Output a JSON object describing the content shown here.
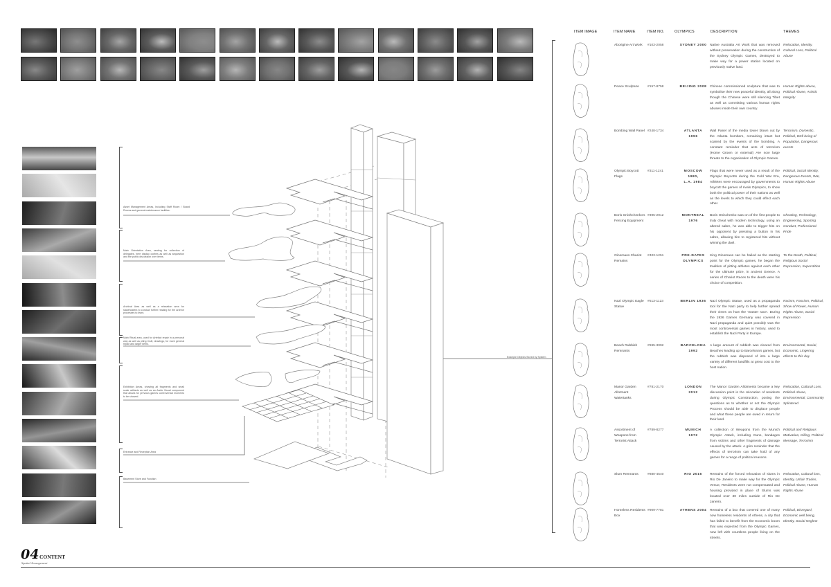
{
  "board": {
    "section_number": "04",
    "section_title": "CONTENT",
    "section_subtitle": "Spatial Arrangement"
  },
  "zones": [
    {
      "label": "Asset Management Areas, Including Staff Room / Board Rooms and general maintenance facilities."
    },
    {
      "label": "Main Orientation Area, seating for collection of delegates, here display clothes as well as sequestion and the public discussion over items."
    },
    {
      "label": "Archival Area as well as a relaxation area for stakeholders to conduct further reading for the archive processes to learn."
    },
    {
      "label": "Main Ritual area, used for Artefact repair in a personal way as well as piling CAD, drawings, for more general repair and larger items."
    },
    {
      "label": "Exhibition Areas, showing all fragments and small scale artifacts as well as an Audio Visual component that allows for previous games controversial moments to be showed."
    },
    {
      "label": "Entrance and Reception Area"
    },
    {
      "label": "Basement Store and Function"
    }
  ],
  "objects_label": "Example Objects Stored by System",
  "table": {
    "headers": {
      "image": "ITEM IMAGE",
      "name": "ITEM NAME",
      "number": "ITEM NO.",
      "olympics": "OLYMPICS",
      "description": "DESCRIPTION",
      "themes": "THEMES"
    },
    "rows": [
      {
        "name": "Aborigine Art Work",
        "number": "#103-2058",
        "olympics": "SYDNEY 2000",
        "description": "Native Australia Art Work that was removed without preservation during the construction of the Sydney Olympic Games, destroyed to make way for a power station located on previously native land.",
        "themes": "Relocation, Identity, Cultural Loss, Political Abuse"
      },
      {
        "name": "Peace Sculpture",
        "number": "#157-8758",
        "olympics": "BEIJING 2008",
        "description": "Chinese commissioned sculpture that was to symbolise their new peaceful identity, all along though the Chinese were still silencing Tibet as well as committing various human rights abuses inside their own country.",
        "themes": "Human Rights abuse, Political Abuse, Artistic Integrity"
      },
      {
        "name": "Bombing Wall Panel",
        "number": "#248-1734",
        "olympics": "ATLANTA\n1996",
        "description": "Wall Panel of the media tower blown out by the Atlanta bombers, remaining intact but scarred by the events of the bombing. A constant reminder that acts of terrorism (Home Grown or external) Are now large threats to the organisation of Olympic Games.",
        "themes": "Terrorism, Domestic, Political, Well being of Population, Dangerous events"
      },
      {
        "name": "Olympic Boycott Flags",
        "number": "#311-1241",
        "olympics": "MOSCOW\n1980,\nL.A. 1984",
        "description": "Flags that were never used as a result of the Olympic Boycotts during the Cold War Era, Athletes were encouraged by governments to boycott the games of rivals Olympics, to show both the political power of their nations as well as the levels to which they could effect each other.",
        "themes": "Political, Social Identity, Dangerous Events, War, Human Rights Abuse"
      },
      {
        "name": "Boris Onishchenko's Fencing Equipment",
        "number": "#395-2912",
        "olympics": "MONTREAL\n1976",
        "description": "Boris Onischenko was on of the first people to truly cheat with modern technology, using an altered sabre, he was able to trigger hits on his opponent by pressing a button in his sabre, allowing him to registered hits without winning the duel.",
        "themes": "Cheating, Technology, Engineering, Sporting Conduct, Professional Pride"
      },
      {
        "name": "Oinomaos Chariot Remains",
        "number": "#403-1251",
        "olympics": "PRE-DATES\nOLYMPICS",
        "description": "King Oinomaos can be hailed as the starting point for the Olympic games, he began the tradition of pitting athletes against each other for the ultimate prize, in ancient Greece. A series of Chariot Races to the death were his choice of competition.",
        "themes": "To the Death, Political, Religious Social Repression, Superstition"
      },
      {
        "name": "Nazi Olympic Eagle Statue",
        "number": "#513-1123",
        "olympics": "BERLIN 1936",
        "description": "Nazi Olympic Statue, used as a propaganda tool for the Nazi party to help further spread their views on how the 'master race'. During the 1936 Games Germany was covered in Nazi propaganda and quiet possibly was the most controversial games in history, used to establish the Nazi Party in Europe.",
        "themes": "Racism, Fascism, Political, Show of Power, Human Rights Abuse, Social Repression"
      },
      {
        "name": "Beach Rubbish Remnants",
        "number": "#695-3092",
        "olympics": "BARCELONA\n1992",
        "description": "A large amount of rubbish was cleared from Beaches leading up to Barcelona's games, but the rubbish was disposed of into a large variety of different landfills at great cost to the host nation.",
        "themes": "Environmental, Social, Economic, Lingering effects to this day"
      },
      {
        "name": "Manor Garden Allotment Watertanks",
        "number": "#781-2170",
        "olympics": "LONDON\n2012",
        "description": "The Manor Garden Allotments became a key discussion point in the relocation of residents during Olympic Construction, posing the questions as to whether or not the Olympic Process should be able to displace people and what these people are owed in return for their land.",
        "themes": "Relocation, Cultural Loss, Political Abuse, Environmental, Community Splintered"
      },
      {
        "name": "Assortment of Weapons from Terrorist Attack",
        "number": "#789-8277",
        "olympics": "MUNICH\n1972",
        "description": "A collection of Weapons from the Munich Olympic Attack, including Guns, bandages from victims and other fragments of damage caused by the attack. A grim reminder that the effects of terrorism can take hold of any games for a range of political reasons.",
        "themes": "Political and Religious Motivation, Killing, Political Message, Terrorism"
      },
      {
        "name": "Slum Remnants",
        "number": "#880-4540",
        "olympics": "RIO 2016",
        "description": "Remains of the forced relocation of slums in Rio De Janeiro to make way for the Olympic Venue, Residents were not compensated and housing provided in place of Slums was located over 30 miles outside of Rio De Janeiro.",
        "themes": "Relocation, Cultural loss, Identity, Unfair Trades, Political Abuse, Human Rights Abuse"
      },
      {
        "name": "Homeless Residents Box",
        "number": "#909-7781",
        "olympics": "ATHENS 2004",
        "description": "Remains of a box that covered one of many now homeless residents of Athens, a city that has failed to benefit from the Economic boom that was expected from the Olympic Games, now left with countless people living on the streets.",
        "themes": "Political, Disregard, Economic well being, Identity, Social Neglect"
      }
    ]
  }
}
